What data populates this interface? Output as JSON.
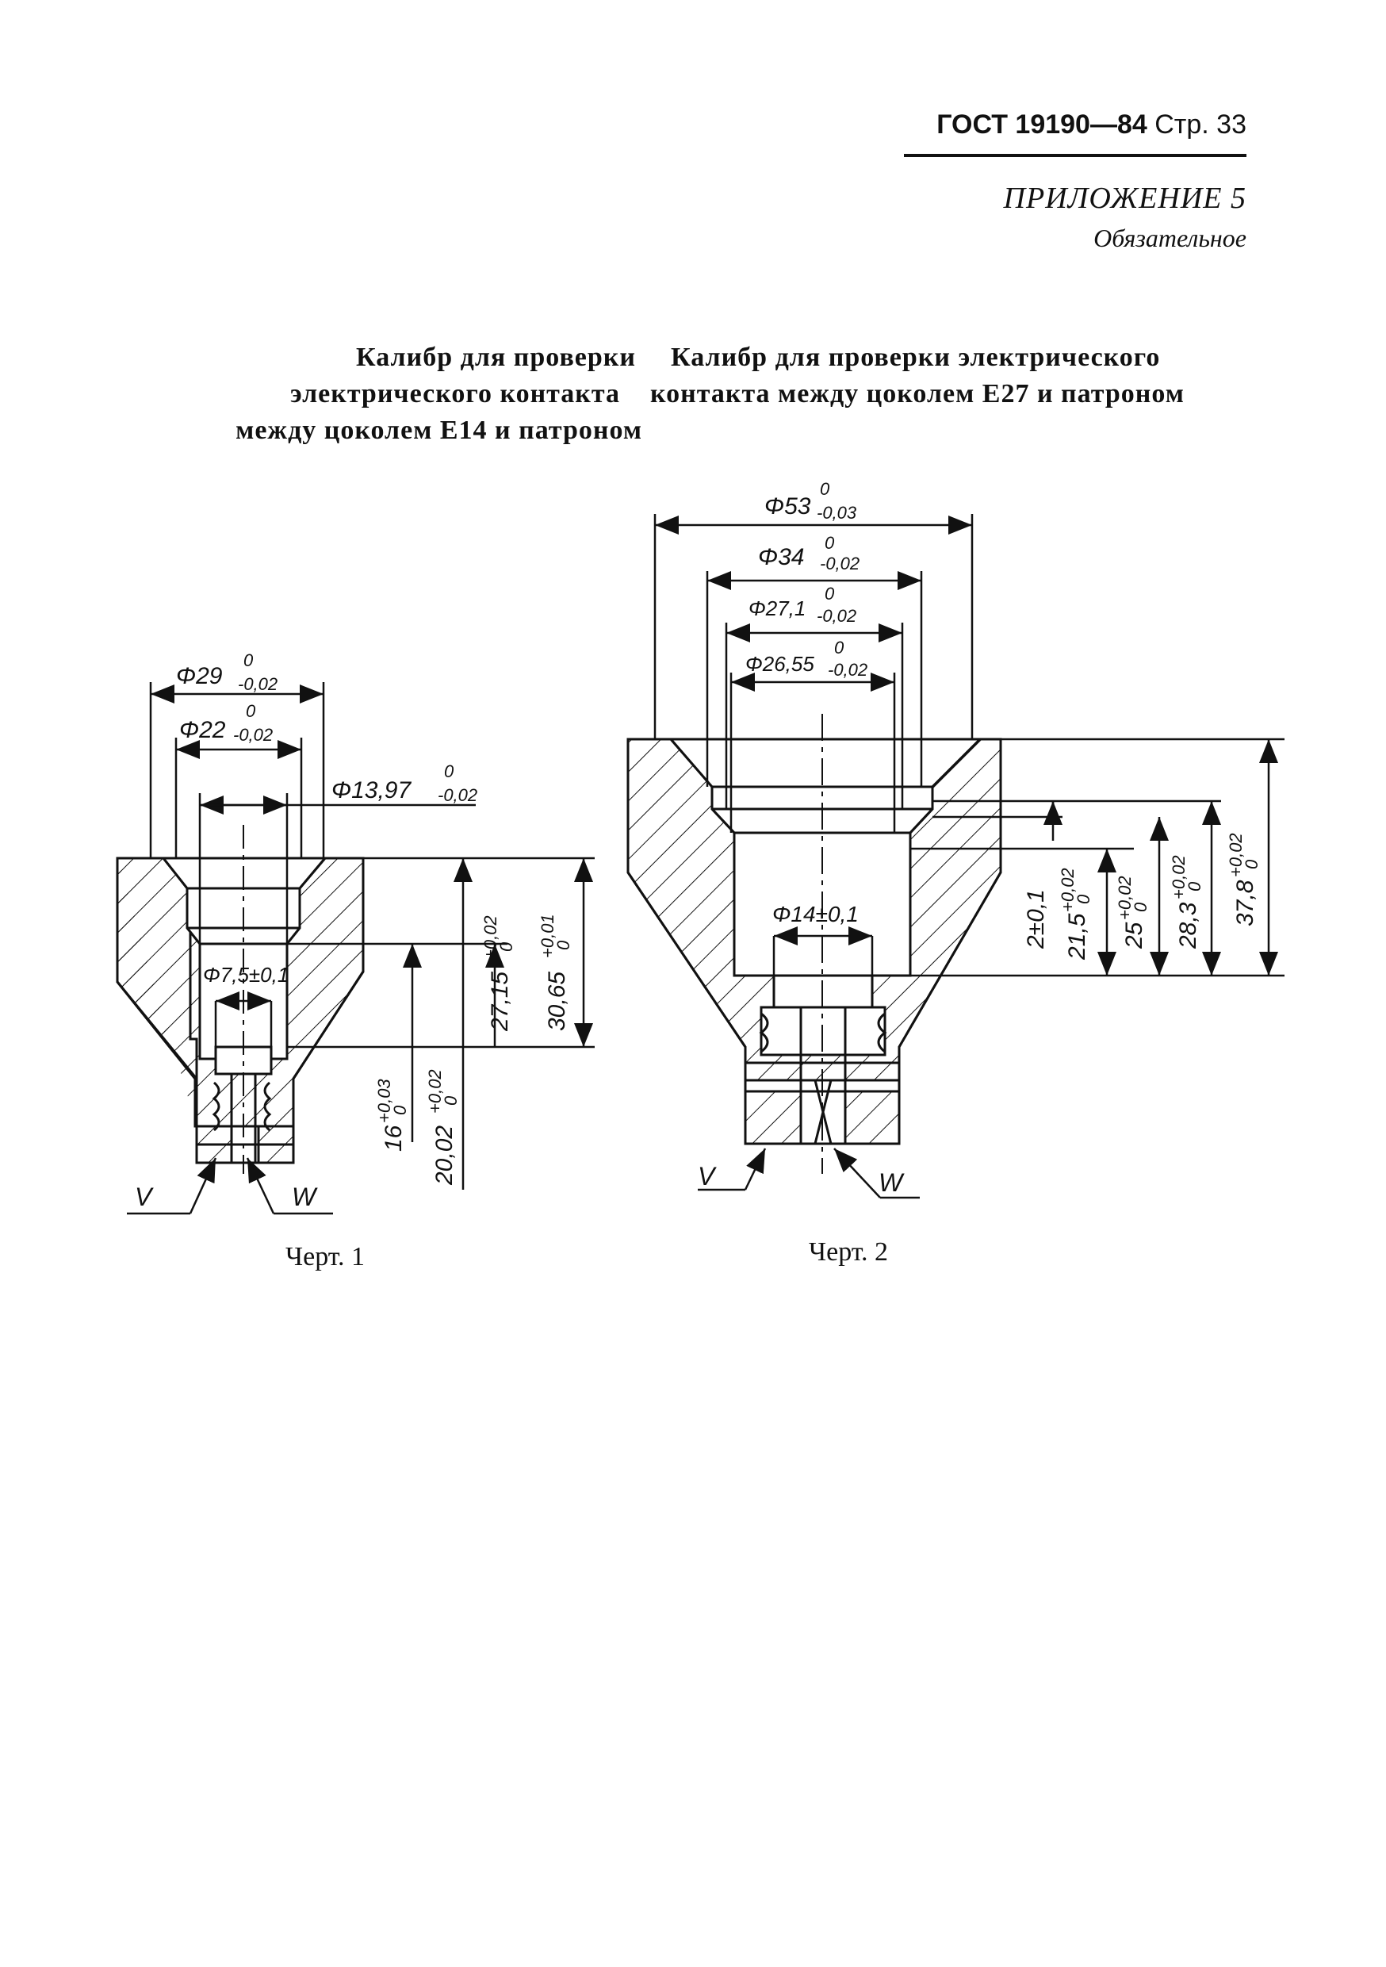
{
  "header": {
    "standard": "ГОСТ 19190—84",
    "page_label": "Стр.",
    "page_number": "33"
  },
  "appendix": {
    "title": "ПРИЛОЖЕНИЕ 5",
    "status": "Обязательное"
  },
  "captions": {
    "left": [
      "Калибр для проверки",
      "электрического контакта",
      "между цоколем Е14 и патроном"
    ],
    "right": [
      "Калибр для проверки электрического",
      "контакта между цоколем Е27 и  патроном"
    ]
  },
  "figure1": {
    "label": "Черт. 1",
    "dims": {
      "d29": "Φ29",
      "d29_tol_up": "0",
      "d29_tol_dn": "-0,02",
      "d22": "Φ22",
      "d22_tol_up": "0",
      "d22_tol_dn": "-0,02",
      "d1397": "Φ13,97",
      "d1397_tol_up": "0",
      "d1397_tol_dn": "-0,02",
      "d75": "Φ7,5±0,1",
      "h2715": "27,15",
      "h2715_tol": "+0,02",
      "h2715_tol0": "0",
      "h3065": "30,65",
      "h3065_tol": "+0,01",
      "h3065_tol0": "0",
      "h16": "16",
      "h16_tol": "+0,03",
      "h16_tol0": "0",
      "h2002": "20,02",
      "h2002_tol": "+0,02",
      "h2002_tol0": "0"
    },
    "marker_v": "V",
    "marker_w": "W"
  },
  "figure2": {
    "label": "Черт. 2",
    "dims": {
      "d53": "Φ53",
      "d53_tol_up": "0",
      "d53_tol_dn": "-0,03",
      "d34": "Φ34",
      "d34_tol_up": "0",
      "d34_tol_dn": "-0,02",
      "d271": "Φ27,1",
      "d271_tol_up": "0",
      "d271_tol_dn": "-0,02",
      "d2655": "Φ26,55",
      "d2655_tol_up": "0",
      "d2655_tol_dn": "-0,02",
      "d14": "Φ14±0,1",
      "h2": "2±0,1",
      "h215": "21,5",
      "h215_tol": "+0,02",
      "h215_tol0": "0",
      "h25": "25",
      "h25_tol": "+0,02",
      "h25_tol0": "0",
      "h283": "28,3",
      "h283_tol": "+0,02",
      "h283_tol0": "0",
      "h378": "37,8",
      "h378_tol": "+0,02",
      "h378_tol0": "0"
    },
    "marker_v": "V",
    "marker_w": "W"
  }
}
